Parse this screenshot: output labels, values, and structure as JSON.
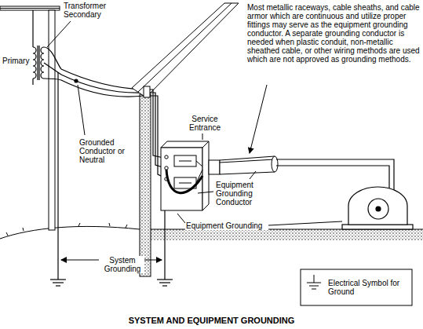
{
  "diagram": {
    "title": "SYSTEM AND EQUIPMENT GROUNDING",
    "labels": [
      "Transformer Secondary",
      "Primary",
      "Grounded Conductor or Neutral",
      "Service Entrance",
      "Most metallic raceways, cable sheaths, and cable armor which are continuous and utilize proper fittings may serve as the equipment grounding conductor. A separate grounding conductor is needed when plastic conduit, non-metallic sheathed cable, or other wiring methods are used which are not approved as grounding methods.",
      "Equipment Grounding Conductor",
      "Equipment Grounding",
      "System Grounding"
    ],
    "legend": [
      {
        "text": "Electrical Symbol for Ground"
      }
    ]
  }
}
